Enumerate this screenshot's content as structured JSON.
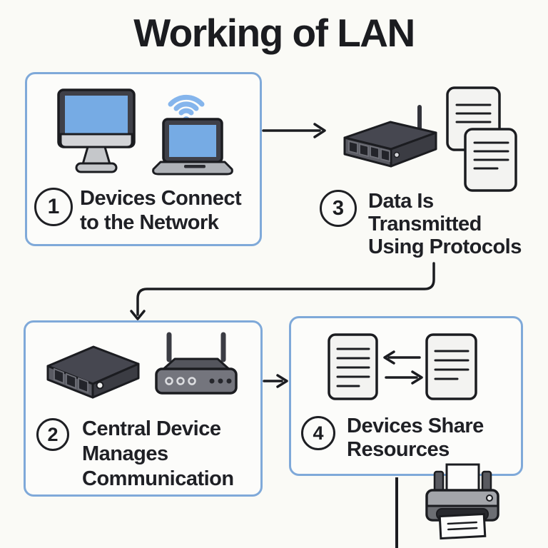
{
  "title": "Working of LAN",
  "steps": [
    {
      "number": "1",
      "label": "Devices Connect to the Network",
      "lines": [
        "Devices Connect",
        "to the Network"
      ],
      "icons": [
        "desktop-computer-icon",
        "wifi-icon",
        "laptop-icon"
      ]
    },
    {
      "number": "2",
      "label": "Central Device Manages Communication",
      "lines": [
        "Central Device",
        "Manages",
        "Communication"
      ],
      "icons": [
        "network-switch-3d-icon",
        "wireless-router-icon"
      ]
    },
    {
      "number": "3",
      "label": "Data Is Transmitted Using Protocols",
      "lines": [
        "Data Is",
        "Transmitted",
        "Using Protocols"
      ],
      "icons": [
        "network-device-antenna-icon",
        "data-documents-icon"
      ]
    },
    {
      "number": "4",
      "label": "Devices Share Resources",
      "lines": [
        "Devices Share",
        "Resources"
      ],
      "icons": [
        "file-exchange-icon",
        "printer-icon"
      ]
    }
  ],
  "colors": {
    "background": "#FAFAF6",
    "box_border": "#7FA9D9",
    "box_fill": "#FCFCFA",
    "outline": "#1B1C20",
    "text": "#1F2025",
    "screen_blue": "#76ABE4",
    "wifi_blue": "#85B5EC",
    "device_dark": "#464750",
    "device_mid": "#5A5B63",
    "device_gray": "#A3A5AA",
    "metal_gray": "#C5C7CA",
    "document_fill": "#F3F3F1"
  }
}
